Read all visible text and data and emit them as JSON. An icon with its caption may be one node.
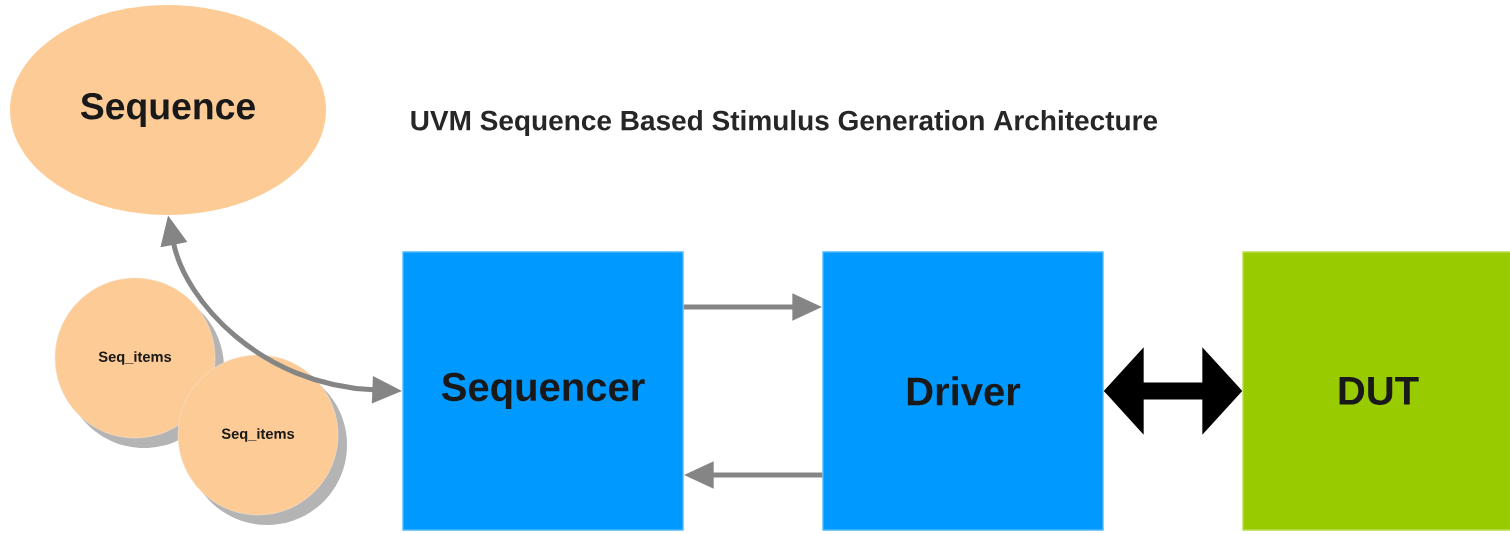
{
  "diagram": {
    "title": "UVM Sequence Based Stimulus Generation Architecture",
    "nodes": [
      {
        "text": [
          "Sequence"
        ]
      },
      {
        "text": [
          "Seq_items"
        ]
      },
      {
        "text": [
          "Seq_items"
        ]
      },
      {
        "text": [
          "Sequencer"
        ]
      },
      {
        "text": [
          "Driver"
        ]
      },
      {
        "text": [
          "DUT"
        ]
      }
    ],
    "edges": [
      {
        "from": 0,
        "to": 3,
        "arrow": "both"
      },
      {
        "from": 3,
        "to": 4,
        "arrow": "to"
      },
      {
        "from": 4,
        "to": 3,
        "arrow": "to"
      },
      {
        "from": 4,
        "to": 5,
        "arrow": "both",
        "style": "thick",
        "color": "#000000"
      }
    ]
  }
}
